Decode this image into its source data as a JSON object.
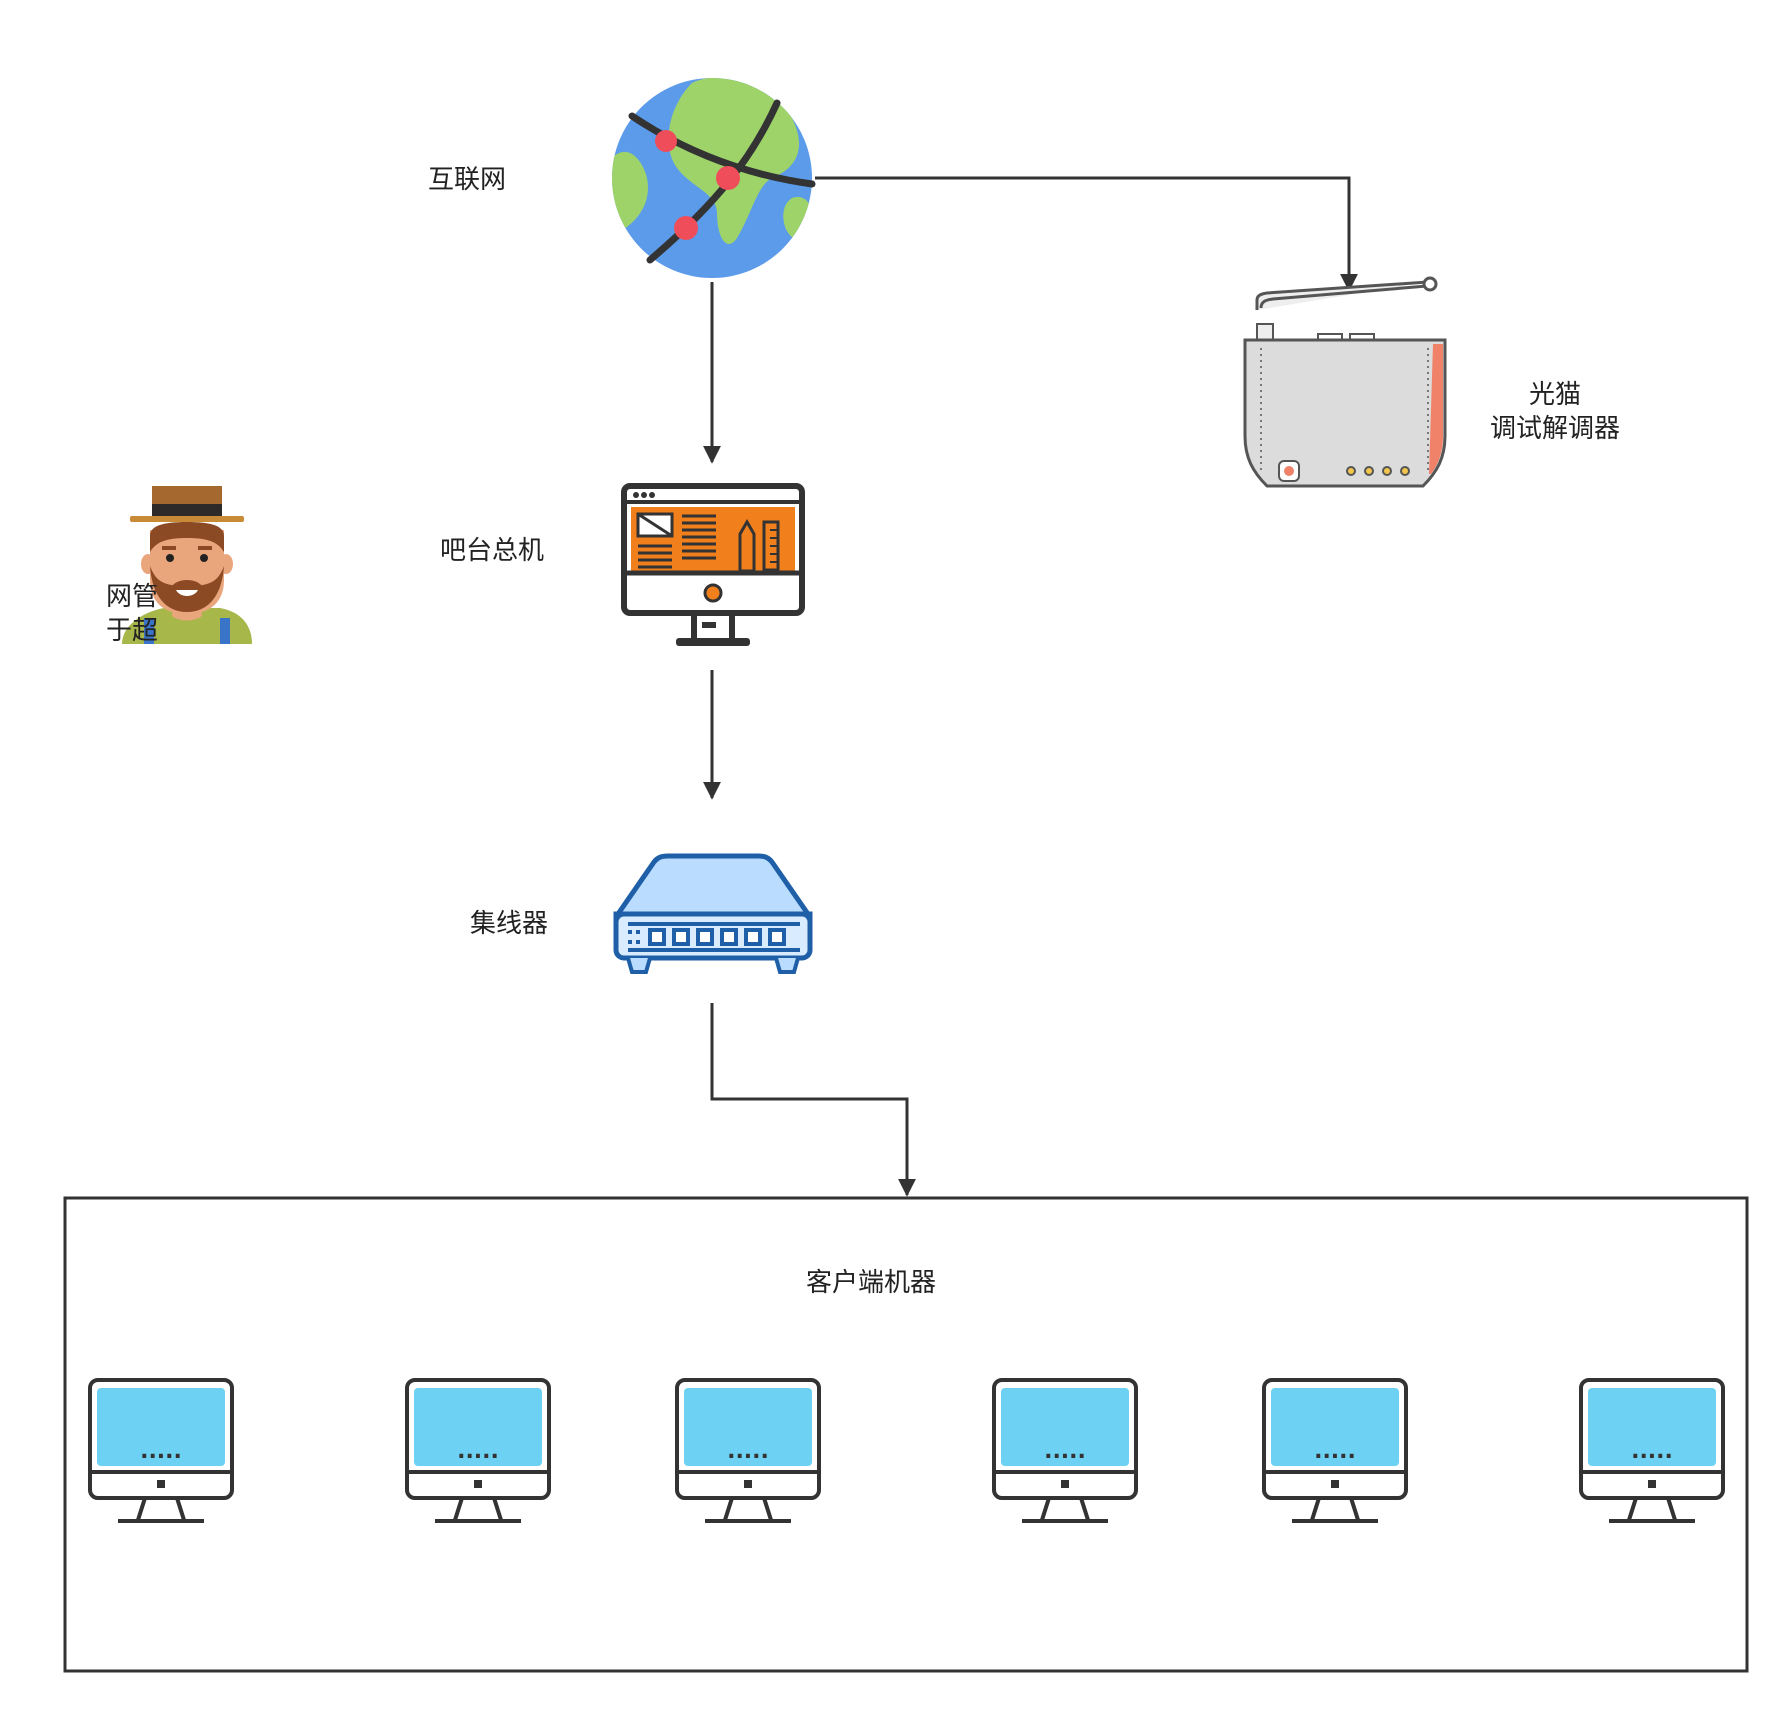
{
  "nodes": {
    "internet": {
      "label": "互联网"
    },
    "modem": {
      "label_line1": "光猫",
      "label_line2": "调试解调器"
    },
    "bar_host": {
      "label": "吧台总机"
    },
    "admin": {
      "label_line1": "网管",
      "label_line2": "于超"
    },
    "hub": {
      "label": "集线器"
    },
    "clients": {
      "label": "客户端机器",
      "machines": [
        {
          "screen_text": "....."
        },
        {
          "screen_text": "....."
        },
        {
          "screen_text": "....."
        },
        {
          "screen_text": "....."
        },
        {
          "screen_text": "....."
        },
        {
          "screen_text": "....."
        }
      ]
    }
  },
  "edges": [
    {
      "from": "internet",
      "to": "modem"
    },
    {
      "from": "internet",
      "to": "bar_host"
    },
    {
      "from": "bar_host",
      "to": "hub"
    },
    {
      "from": "hub",
      "to": "clients"
    }
  ],
  "colors": {
    "line": "#333333",
    "globe_ocean": "#5b9bea",
    "globe_land": "#9ed36a",
    "globe_node": "#ef4d5a",
    "monitor_orange": "#f07f1c",
    "hub_light": "#b9dcff",
    "hub_dark": "#1f5fa8",
    "client_screen": "#6dd1f3",
    "modem_body": "#dcdcdc",
    "modem_stripe": "#f0826a"
  },
  "icons": {
    "internet": "globe-icon",
    "modem": "modem-router-icon",
    "bar_host": "desktop-computer-icon",
    "admin": "person-avatar-icon",
    "hub": "network-hub-icon",
    "client": "client-monitor-icon"
  }
}
